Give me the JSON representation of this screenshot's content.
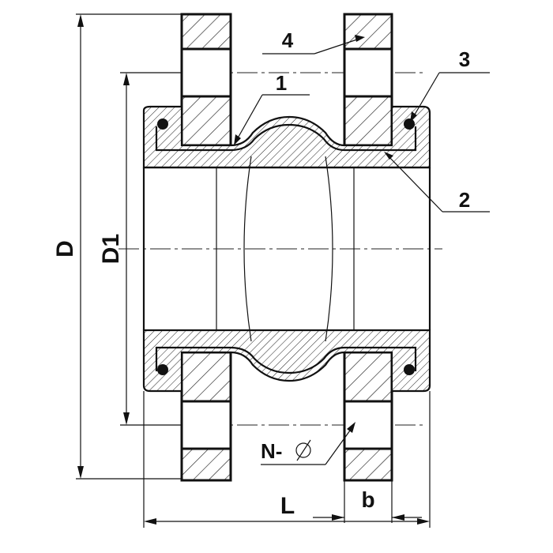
{
  "labels": {
    "part_1": "1",
    "part_2": "2",
    "part_3": "3",
    "part_4": "4",
    "dim_D": "D",
    "dim_D1": "D1",
    "dim_L": "L",
    "dim_b": "b",
    "holes": "N-"
  },
  "colors": {
    "ink": "#111111",
    "background": "#ffffff"
  }
}
